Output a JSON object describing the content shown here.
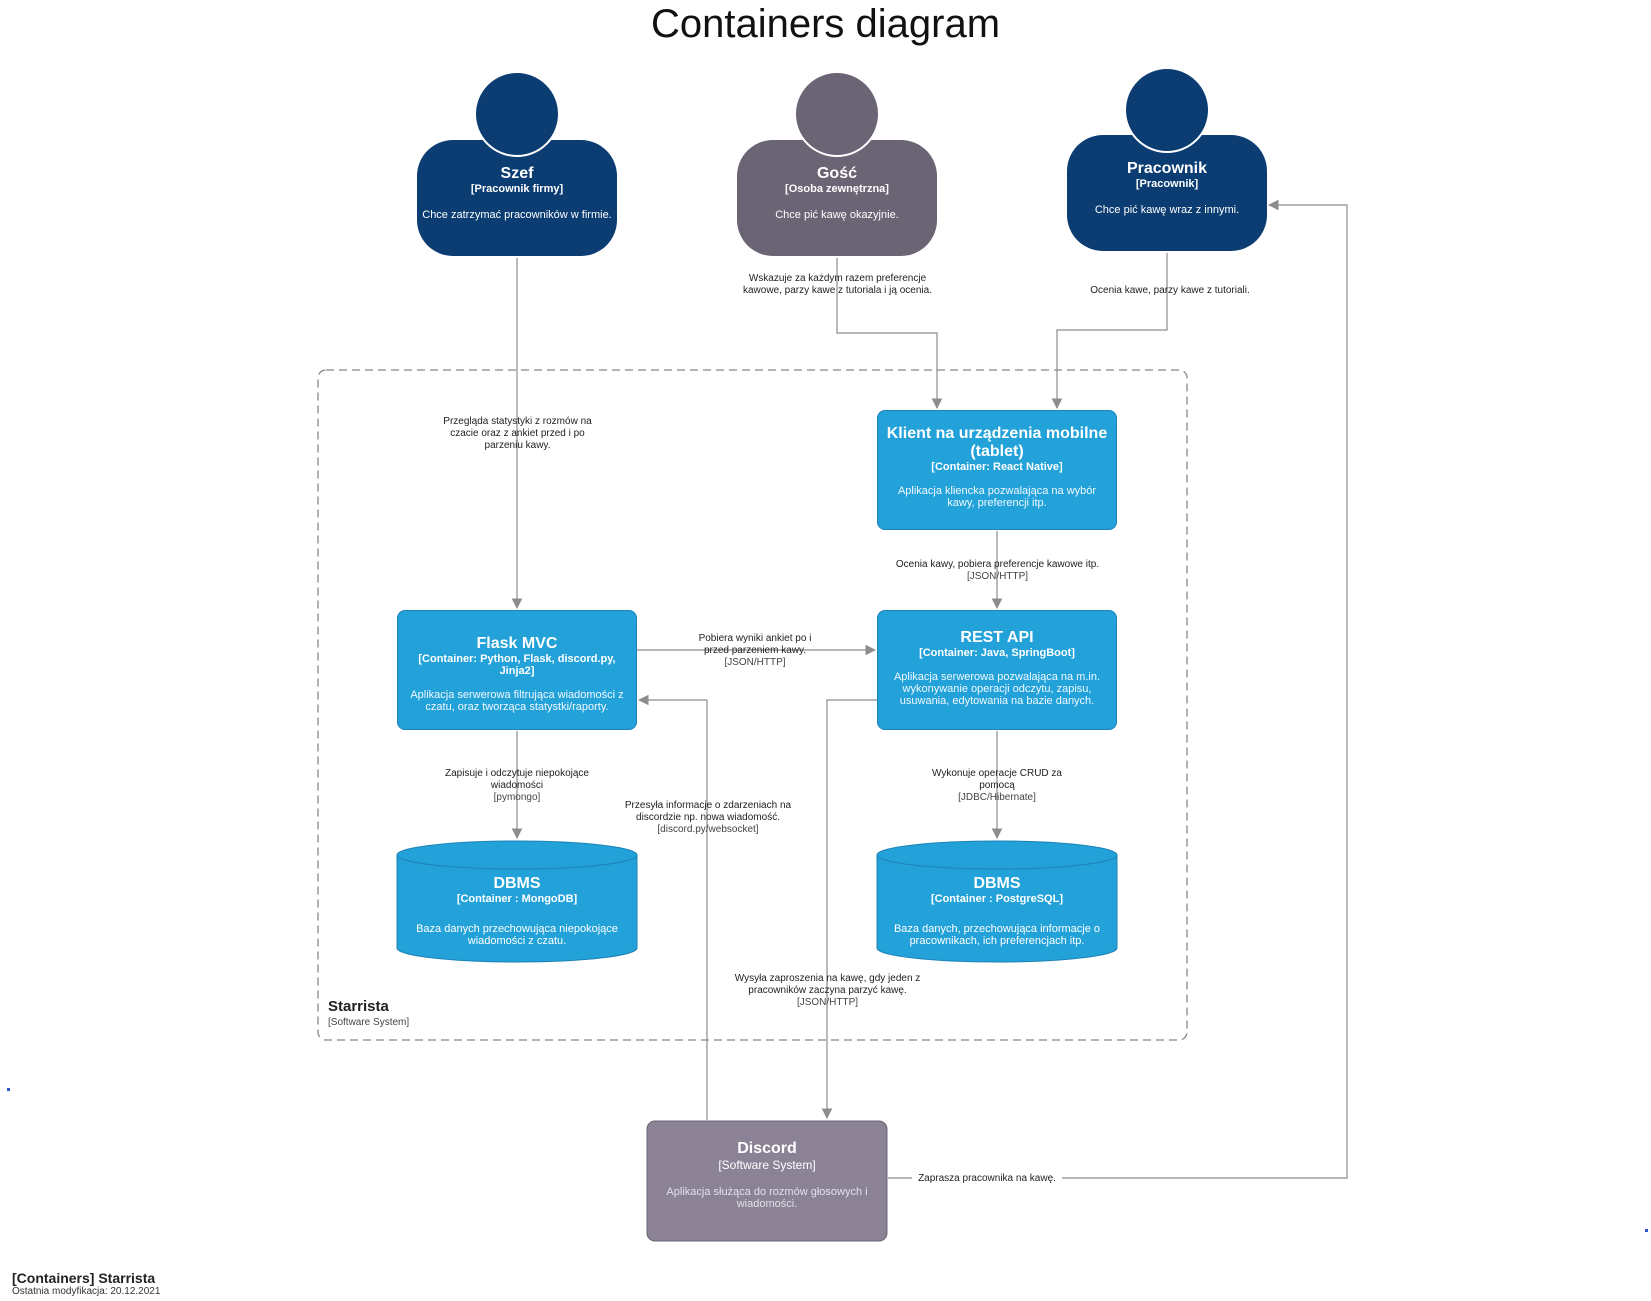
{
  "title": "Containers diagram",
  "people": {
    "szef": {
      "name": "Szef",
      "tech": "[Pracownik firmy]",
      "desc": "Chce zatrzymać pracowników w firmie."
    },
    "gosc": {
      "name": "Gość",
      "tech": "[Osoba zewnętrzna]",
      "desc": "Chce pić kawę okazyjnie."
    },
    "pracownik": {
      "name": "Pracownik",
      "tech": "[Pracownik]",
      "desc": "Chce pić kawę wraz z innymi."
    }
  },
  "containers": {
    "klient": {
      "name": "Klient na urządzenia mobilne (tablet)",
      "tech": "[Container: React Native]",
      "desc": "Aplikacja kliencka pozwalająca na wybór kawy, preferencji itp."
    },
    "flask": {
      "name": "Flask MVC",
      "tech": "[Container: Python, Flask, discord.py, Jinja2]",
      "desc": "Aplikacja serwerowa filtrująca wiadomości z czatu, oraz tworząca statystki/raporty."
    },
    "rest": {
      "name": "REST API",
      "tech": "[Container: Java, SpringBoot]",
      "desc": "Aplikacja serwerowa pozwalająca na m.in. wykonywanie operacji odczytu, zapisu, usuwania, edytowania na bazie danych."
    },
    "mongo": {
      "name": "DBMS",
      "tech": "[Container : MongoDB]",
      "desc": "Baza danych przechowująca niepokojące wiadomości z czatu."
    },
    "postgres": {
      "name": "DBMS",
      "tech": "[Container : PostgreSQL]",
      "desc": "Baza danych, przechowująca informacje o pracownikach, ich preferencjach itp."
    }
  },
  "discord": {
    "name": "Discord",
    "tech": "[Software System]",
    "desc": "Aplikacja służąca do rozmów głosowych i wiadomości."
  },
  "boundary": {
    "name": "Starrista",
    "type": "[Software System]"
  },
  "relations": {
    "gosc_klient": {
      "text": "Wskazuje za każdym razem preferencje kawowe, parzy kawe z tutoriala i ją ocenia.",
      "tech": ""
    },
    "pracownik_klient": {
      "text": "Ocenia kawe, parzy kawe z tutoriali.",
      "tech": ""
    },
    "szef_flask": {
      "text": "Przegląda statystyki z rozmów na czacie oraz z ankiet przed i po parzeniu kawy.",
      "tech": ""
    },
    "klient_rest": {
      "text": "Ocenia kawy, pobiera preferencje kawowe itp.",
      "tech": "[JSON/HTTP]"
    },
    "flask_rest": {
      "text": "Pobiera wyniki ankiet po i przed parzeniem kawy.",
      "tech": "[JSON/HTTP]"
    },
    "flask_mongo": {
      "text": "Zapisuje i odczytuje niepokojące wiadomości",
      "tech": "[pymongo]"
    },
    "discord_flask": {
      "text": "Przesyła informacje o zdarzeniach na discordzie np. nowa wiadomość.",
      "tech": "[discord.py/websocket]"
    },
    "rest_postgres": {
      "text": "Wykonuje operacje CRUD za pomocą",
      "tech": "[JDBC/Hibernate]"
    },
    "rest_discord": {
      "text": "Wysyła zaproszenia na kawę, gdy jeden z pracowników zaczyna parzyć kawę.",
      "tech": "[JSON/HTTP]"
    },
    "discord_pracownik": {
      "text": "Zaprasza pracownika na kawę.",
      "tech": ""
    }
  },
  "footer": {
    "title": "[Containers] Starrista",
    "subtitle": "Ostatnia modyfikacja: 20.12.2021"
  },
  "colors": {
    "person": "#0b3d73",
    "external_person": "#6b6475",
    "container": "#23a2d9",
    "external_system": "#8b8295",
    "arrow": "#8c8c8c"
  }
}
